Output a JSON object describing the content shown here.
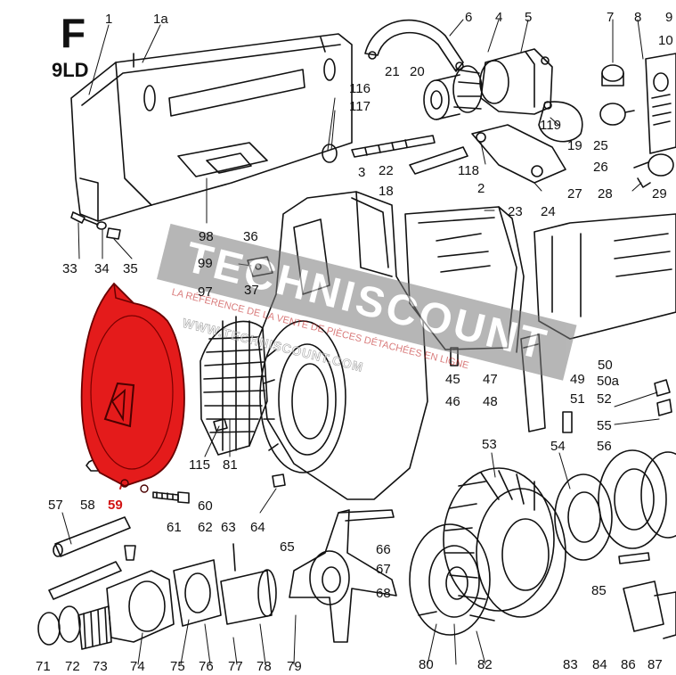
{
  "diagram": {
    "section_letter": "F",
    "engine_model": "9LD",
    "highlight_color": "#e41b1b",
    "part_numbers": [
      "1",
      "1a",
      "6",
      "4",
      "5",
      "7",
      "8",
      "9",
      "10",
      "21",
      "20",
      "116",
      "117",
      "119",
      "19",
      "25",
      "3",
      "22",
      "18",
      "118",
      "2",
      "26",
      "27",
      "28",
      "29",
      "23",
      "24",
      "98",
      "36",
      "33",
      "34",
      "35",
      "99",
      "97",
      "37",
      "45",
      "46",
      "47",
      "48",
      "49",
      "50",
      "50a",
      "51",
      "52",
      "55",
      "56",
      "53",
      "54",
      "115",
      "81",
      "57",
      "58",
      "59",
      "60",
      "61",
      "62",
      "63",
      "64",
      "65",
      "66",
      "67",
      "68",
      "85",
      "71",
      "72",
      "73",
      "74",
      "75",
      "76",
      "77",
      "78",
      "79",
      "80",
      "82",
      "83",
      "84",
      "86",
      "87"
    ],
    "highlighted_part": "59"
  },
  "watermark": {
    "brand": "TECHNISCOUNT",
    "tagline": "LA RÉFÉRENCE DE LA VENTE DE PIÈCES DÉTACHÉES EN LIGNE",
    "url": "WWW.TECHNISCOUNT.COM"
  }
}
